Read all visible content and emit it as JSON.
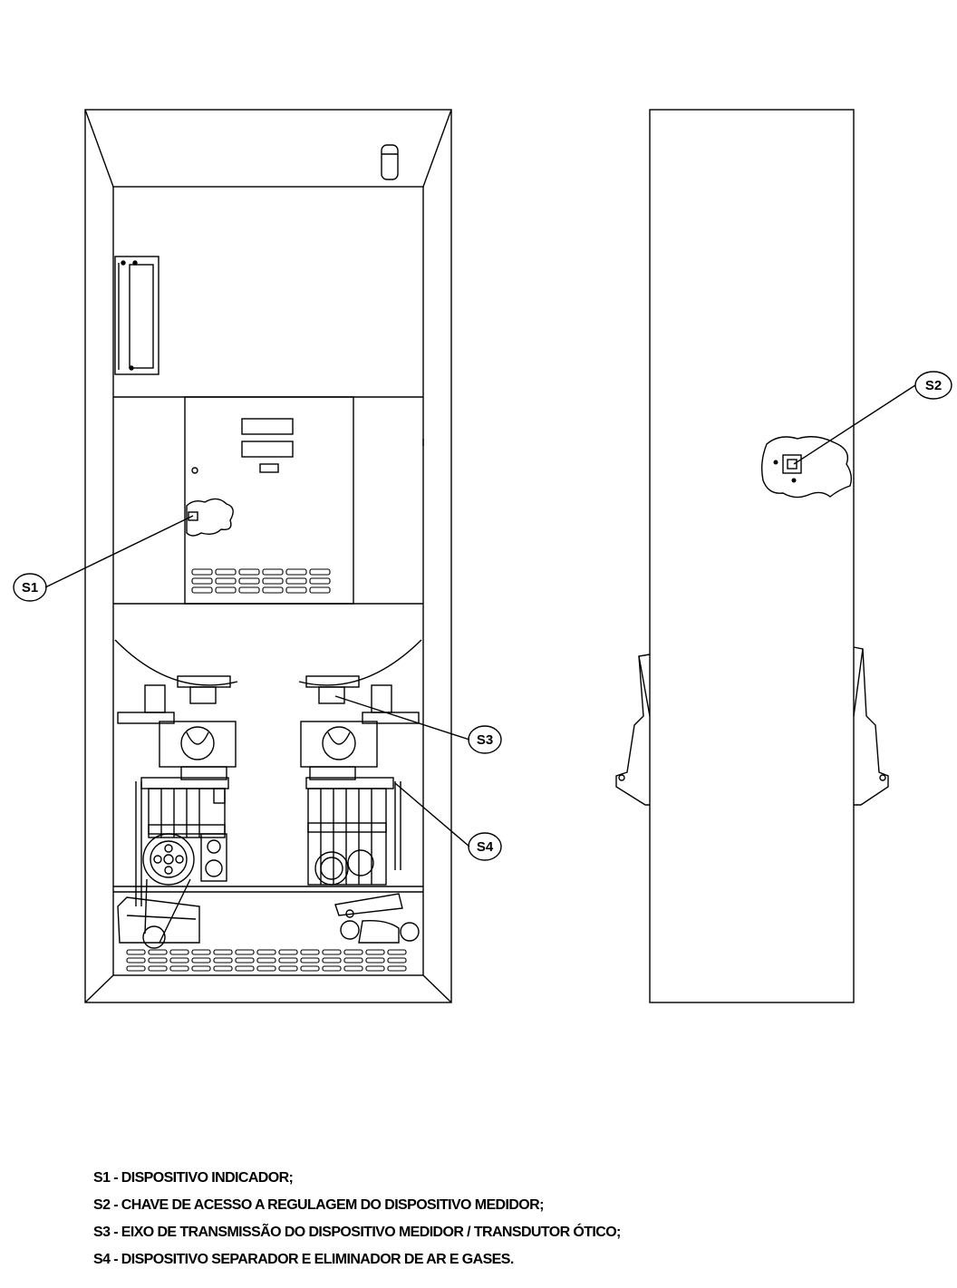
{
  "callouts": {
    "s1": "S1",
    "s2": "S2",
    "s3": "S3",
    "s4": "S4"
  },
  "legend": [
    "S1 - DISPOSITIVO INDICADOR;",
    "S2 - CHAVE DE ACESSO A REGULAGEM DO DISPOSITIVO MEDIDOR;",
    "S3 - EIXO DE TRANSMISSÃO DO DISPOSITIVO MEDIDOR / TRANSDUTOR ÓTICO;",
    "S4 - DISPOSITIVO SEPARADOR E ELIMINADOR DE AR E GASES."
  ]
}
